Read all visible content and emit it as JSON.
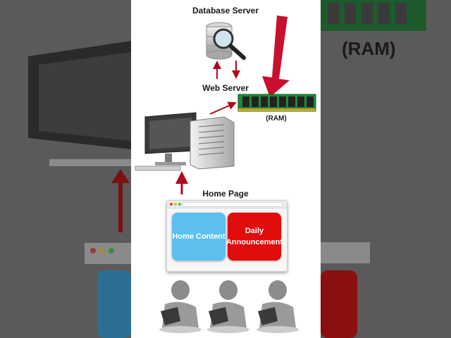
{
  "labels": {
    "database_server": "Database Server",
    "web_server": "Web Server",
    "ram": "(RAM)",
    "home_page": "Home Page"
  },
  "tiles": {
    "home_content": "Home Content",
    "daily_announcement": "Daily Announcement"
  },
  "background_text": {
    "ram_zoom": "(RAM)"
  },
  "colors": {
    "accent_red": "#b0081c",
    "tile_blue": "#5bc0f0",
    "tile_red": "#e10c0c",
    "ram_green": "#1f8a3a"
  },
  "icons": [
    "database-magnifier-icon",
    "desktop-computer-icon",
    "ram-stick-icon",
    "user-with-laptop-icon"
  ]
}
